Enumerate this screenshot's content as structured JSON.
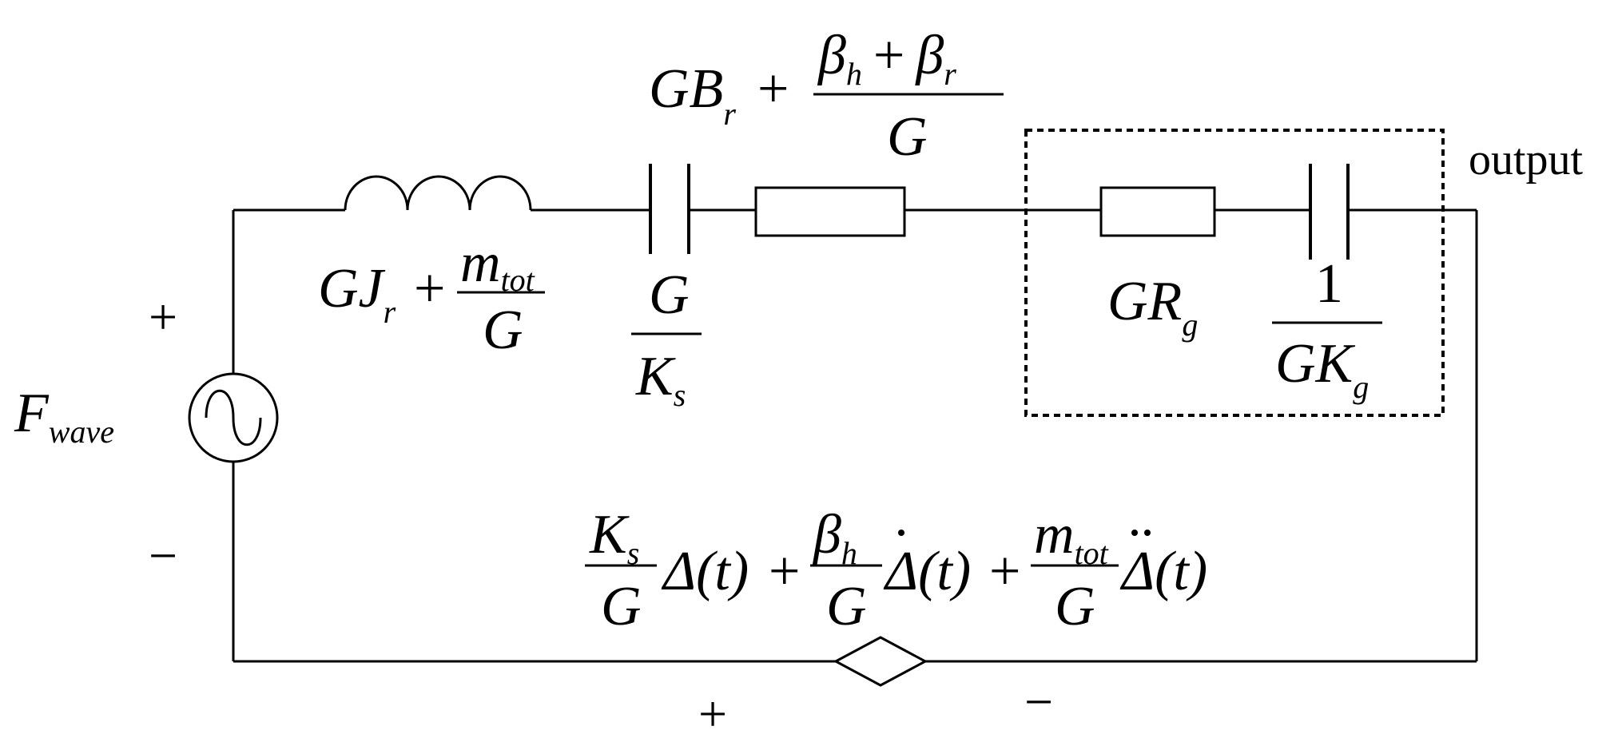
{
  "source": {
    "name": "F",
    "subscript": "wave"
  },
  "polarity_source": {
    "plus": "+",
    "minus": "−"
  },
  "inductor_label": {
    "left": "GJ",
    "left_sub": "r",
    "op": "+",
    "numerator": "m",
    "numerator_sub": "tot",
    "denominator": "G"
  },
  "capacitor1_label": {
    "numerator": "G",
    "denominator": "K",
    "denominator_sub": "s"
  },
  "resistor1_label": {
    "left": "GB",
    "left_sub": "r",
    "op": "+",
    "num_a": "β",
    "num_a_sub": "h",
    "num_op": "+",
    "num_b": "β",
    "num_b_sub": "r",
    "denominator": "G"
  },
  "generator": {
    "resistor_label": "GR",
    "resistor_sub": "g",
    "capacitor_numerator": "1",
    "capacitor_denominator": "GK",
    "capacitor_denominator_sub": "g"
  },
  "output_label": "output",
  "dependent_source": {
    "t1_num": "K",
    "t1_num_sub": "s",
    "t1_den": "G",
    "t1_fn": "Δ(t)",
    "op1": "+",
    "t2_num": "β",
    "t2_num_sub": "h",
    "t2_den": "G",
    "t2_fn": "Δ(t)",
    "op2": "+",
    "t3_num": "m",
    "t3_num_sub": "tot",
    "t3_den": "G",
    "t3_fn": "Δ(t)"
  },
  "polarity_dependent": {
    "plus": "+",
    "minus": "−"
  }
}
